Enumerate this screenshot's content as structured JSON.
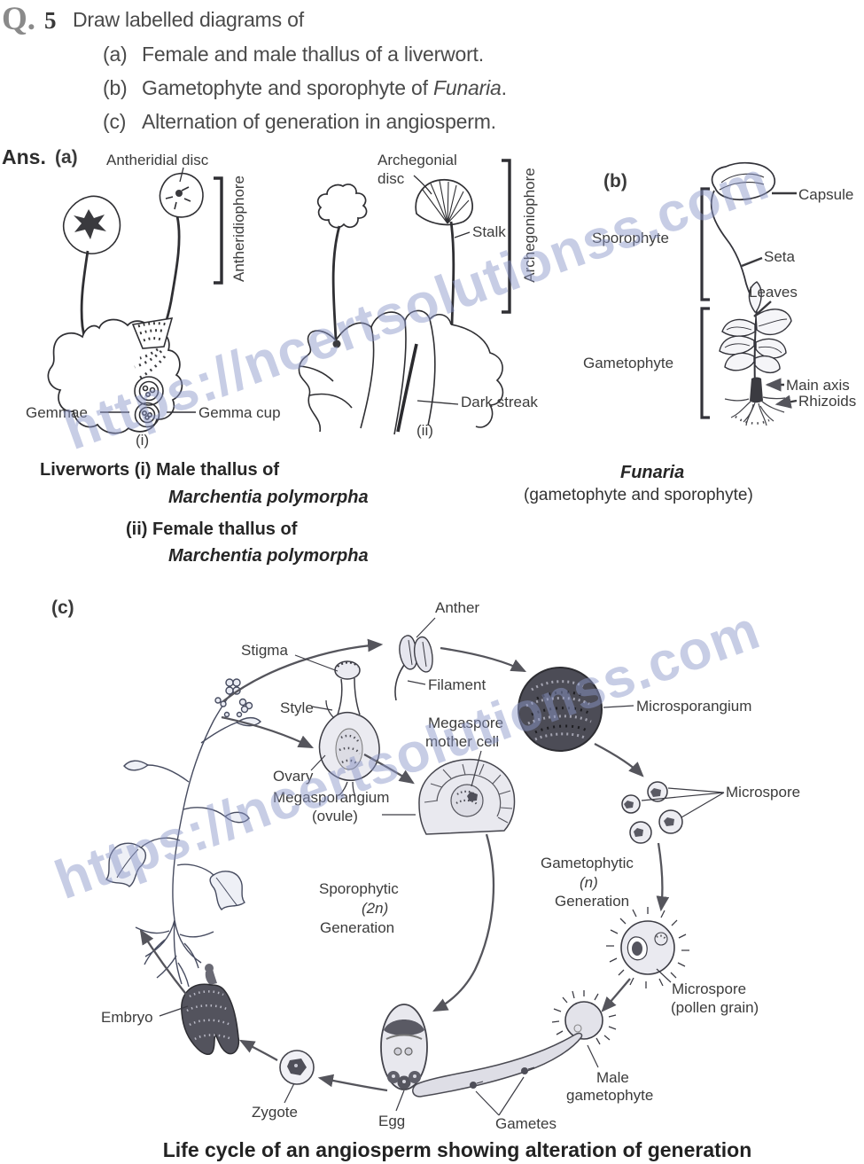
{
  "question": {
    "q_label": "Q.",
    "q_number": "5",
    "q_text": "Draw labelled diagrams of",
    "item_a_tag": "(a)",
    "item_a": "Female and male thallus of a liverwort.",
    "item_b_tag": "(b)",
    "item_b_pre": "Gametophyte and sporophyte of ",
    "item_b_italic": "Funaria",
    "item_b_post": ".",
    "item_c_tag": "(c)",
    "item_c": "Alternation of generation in angiosperm."
  },
  "answer_label": "Ans.",
  "watermark": {
    "text": "https://ncertsolutionss.com",
    "color": "#8c97c9"
  },
  "section_a": {
    "tag": "(a)",
    "labels": {
      "antheridial_disc": "Antheridial disc",
      "antheridiophore": "Antheridiophore",
      "gemmae": "Gemmae",
      "gemma_cup": "Gemma cup",
      "fig_i": "(i)",
      "archegonial_line1": "Archegonial",
      "archegonial_line2": "disc",
      "stalk": "Stalk",
      "archegoniophore": "Archegoniophore",
      "dark_streak": "Dark streak",
      "fig_ii": "(ii)"
    },
    "caption": {
      "line1": "Liverworts (i) Male thallus of",
      "line2": "Marchentia polymorpha",
      "line3": "(ii) Female thallus of",
      "line4": "Marchentia polymorpha"
    }
  },
  "section_b": {
    "tag": "(b)",
    "labels": {
      "sporophyte": "Sporophyte",
      "gametophyte": "Gametophyte",
      "capsule": "Capsule",
      "seta": "Seta",
      "leaves": "Leaves",
      "main_axis": "Main axis",
      "rhizoids": "Rhizoids"
    },
    "caption": {
      "title": "Funaria",
      "subtitle": "(gametophyte and sporophyte)"
    }
  },
  "section_c": {
    "tag": "(c)",
    "labels": {
      "anther": "Anther",
      "stigma": "Stigma",
      "filament": "Filament",
      "style": "Style",
      "megaspore_line1": "Megaspore",
      "megaspore_line2": "mother cell",
      "ovary": "Ovary",
      "megasporangium": "Megasporangium",
      "ovule": "(ovule)",
      "microsporangium": "Microsporangium",
      "microspore": "Microspore",
      "gametophytic_line1": "Gametophytic",
      "gametophytic_line2": "(n)",
      "gametophytic_line3": "Generation",
      "sporophytic_line1": "Sporophytic",
      "sporophytic_line2": "(2n)",
      "sporophytic_line3": "Generation",
      "pollen_line1": "Microspore",
      "pollen_line2": "(pollen grain)",
      "male_gam_line1": "Male",
      "male_gam_line2": "gametophyte",
      "gametes": "Gametes",
      "egg": "Egg",
      "zygote": "Zygote",
      "embryo": "Embryo"
    },
    "caption": "Life cycle of an angiosperm showing alteration of generation"
  }
}
